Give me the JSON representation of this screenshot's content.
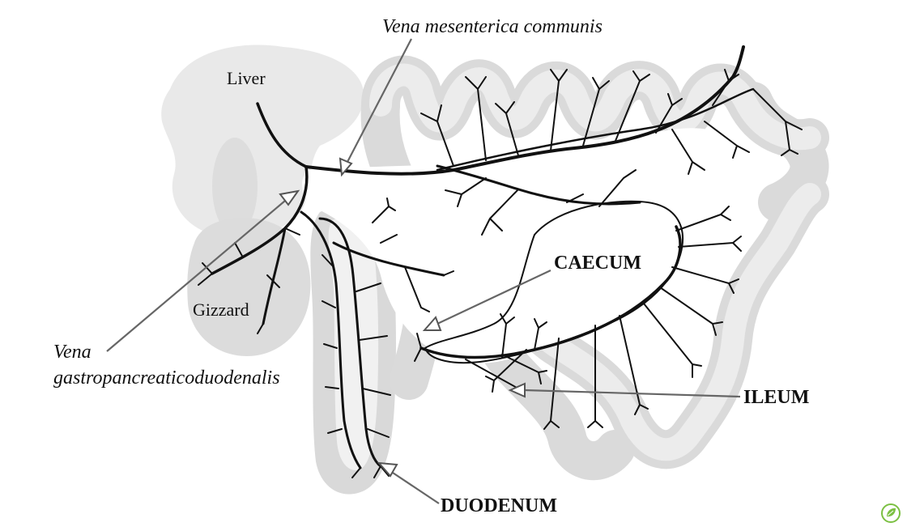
{
  "labels": {
    "liver": "Liver",
    "gizzard": "Gizzard",
    "vena_mesenterica": "Vena mesenterica communis",
    "vena_gastro_line1": "Vena",
    "vena_gastro_line2": "gastropancreaticoduodenalis",
    "caecum": "CAECUM",
    "ileum": "ILEUM",
    "duodenum": "DUODENUM"
  },
  "colors": {
    "tissue_outer": "#d9d9d9",
    "tissue_inner": "#efefef",
    "vessel": "#111111",
    "pointer": "#666666",
    "logo": "#7cc043"
  },
  "icons": {
    "corner_logo": "leaf-logo-icon"
  }
}
